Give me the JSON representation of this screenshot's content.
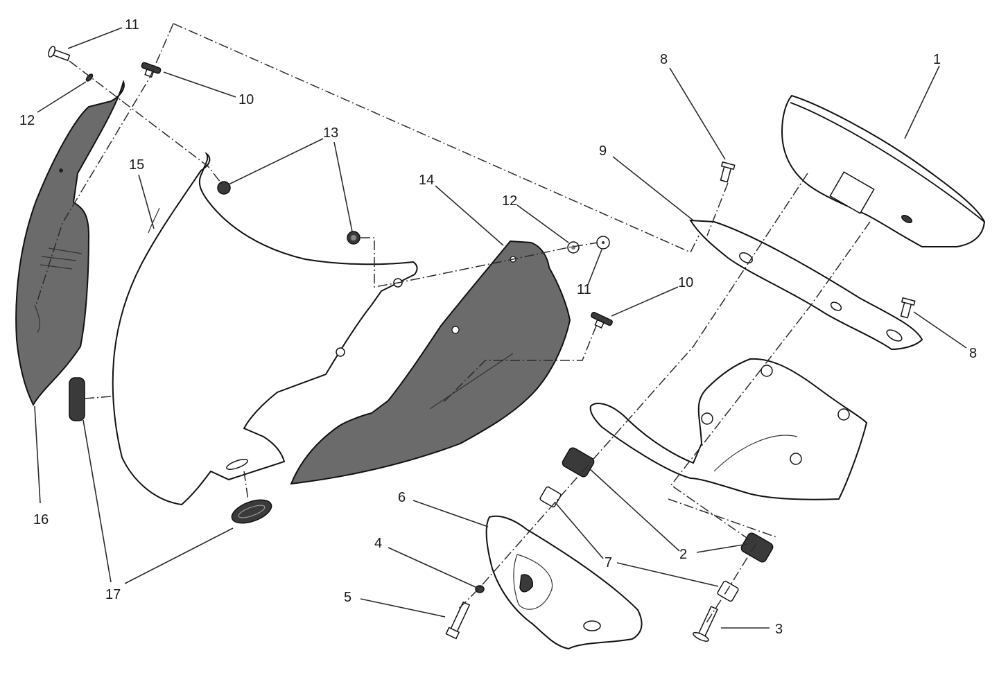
{
  "diagram": {
    "type": "exploded-parts-view",
    "subject": "Headlight fairing / instrument panel assembly",
    "callouts": [
      {
        "id": "c1",
        "label": "1",
        "part": "instrument-panel"
      },
      {
        "id": "c2a",
        "label": "2",
        "part": "rubber-damper"
      },
      {
        "id": "c2b",
        "label": "2",
        "part": "rubber-damper"
      },
      {
        "id": "c3",
        "label": "3",
        "part": "screw"
      },
      {
        "id": "c4",
        "label": "4",
        "part": "washer"
      },
      {
        "id": "c5",
        "label": "5",
        "part": "screw"
      },
      {
        "id": "c6",
        "label": "6",
        "part": "instrument-cover"
      },
      {
        "id": "c7",
        "label": "7",
        "part": "spacer"
      },
      {
        "id": "c8a",
        "label": "8",
        "part": "screw"
      },
      {
        "id": "c8b",
        "label": "8",
        "part": "screw"
      },
      {
        "id": "c9",
        "label": "9",
        "part": "instrument-bracket"
      },
      {
        "id": "c10a",
        "label": "10",
        "part": "clip-nut"
      },
      {
        "id": "c10b",
        "label": "10",
        "part": "clip-nut"
      },
      {
        "id": "c11a",
        "label": "11",
        "part": "screw"
      },
      {
        "id": "c11b",
        "label": "11",
        "part": "screw"
      },
      {
        "id": "c12a",
        "label": "12",
        "part": "washer"
      },
      {
        "id": "c12b",
        "label": "12",
        "part": "washer"
      },
      {
        "id": "c13",
        "label": "13",
        "part": "nut"
      },
      {
        "id": "c14",
        "label": "14",
        "part": "right-side-panel"
      },
      {
        "id": "c15",
        "label": "15",
        "part": "headlight-fairing"
      },
      {
        "id": "c16",
        "label": "16",
        "part": "left-side-panel"
      },
      {
        "id": "c17",
        "label": "17",
        "part": "grommet"
      }
    ],
    "colors": {
      "line": "#111111",
      "panel_fill": "#6b6b6b",
      "background": "#ffffff"
    }
  }
}
